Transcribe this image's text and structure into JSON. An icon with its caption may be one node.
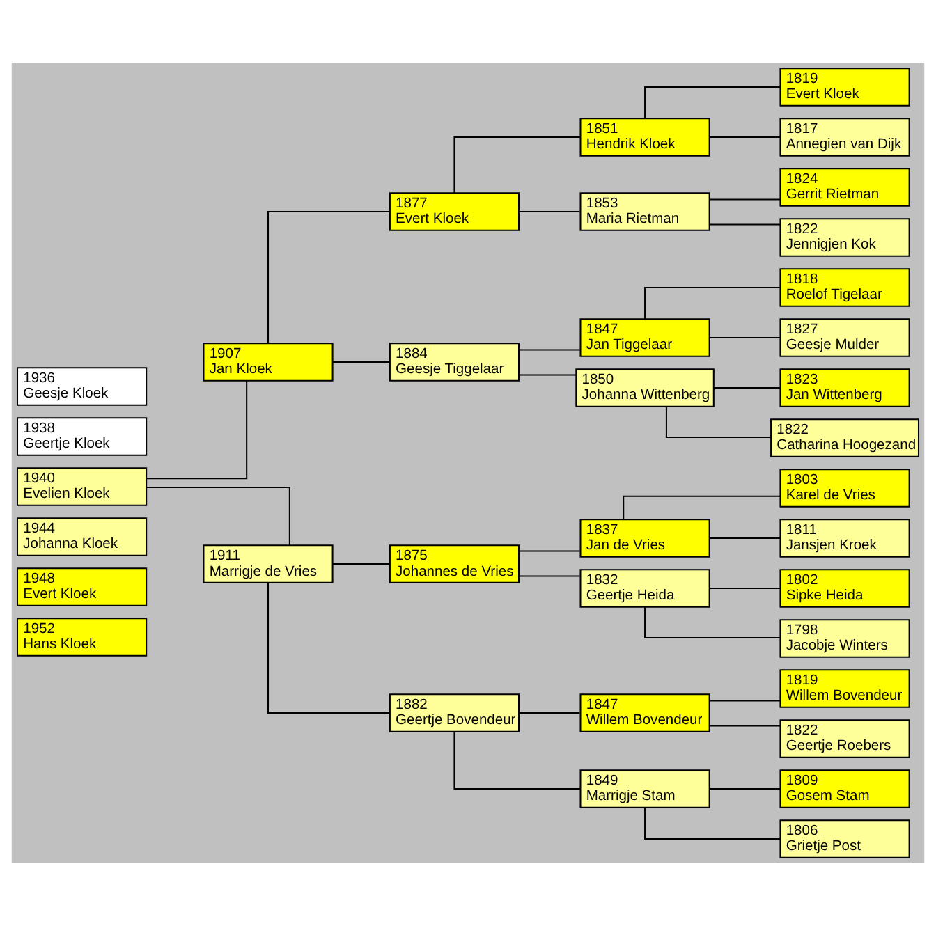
{
  "diagram": {
    "nodes": [
      {
        "text": [
          "1936",
          "Geesje Kloek"
        ]
      },
      {
        "text": [
          "1938",
          "Geertje Kloek"
        ]
      },
      {
        "text": [
          "1940",
          "Evelien Kloek"
        ]
      },
      {
        "text": [
          "1944",
          "Johanna Kloek"
        ]
      },
      {
        "text": [
          "1948",
          "Evert Kloek"
        ]
      },
      {
        "text": [
          "1952",
          "Hans Kloek"
        ]
      },
      {
        "text": [
          "1907",
          "Jan Kloek"
        ]
      },
      {
        "text": [
          "1911",
          "Marrigje de Vries"
        ]
      },
      {
        "text": [
          "1877",
          "Evert Kloek"
        ]
      },
      {
        "text": [
          "1884",
          "Geesje Tiggelaar"
        ]
      },
      {
        "text": [
          "1875",
          "Johannes de Vries"
        ]
      },
      {
        "text": [
          "1882",
          "Geertje Bovendeur"
        ]
      },
      {
        "text": [
          "1851",
          "Hendrik Kloek"
        ]
      },
      {
        "text": [
          "1853",
          "Maria Rietman"
        ]
      },
      {
        "text": [
          "1847",
          "Jan Tiggelaar"
        ]
      },
      {
        "text": [
          "1850",
          "Johanna Wittenberg"
        ]
      },
      {
        "text": [
          "1837",
          "Jan de Vries"
        ]
      },
      {
        "text": [
          "1832",
          "Geertje Heida"
        ]
      },
      {
        "text": [
          "1847",
          "Willem Bovendeur"
        ]
      },
      {
        "text": [
          "1849",
          "Marrigje Stam"
        ]
      },
      {
        "text": [
          "1819",
          "Evert Kloek"
        ]
      },
      {
        "text": [
          "1817",
          "Annegien van Dijk"
        ]
      },
      {
        "text": [
          "1824",
          "Gerrit Rietman"
        ]
      },
      {
        "text": [
          "1822",
          "Jennigjen Kok"
        ]
      },
      {
        "text": [
          "1818",
          "Roelof Tigelaar"
        ]
      },
      {
        "text": [
          "1827",
          "Geesje Mulder"
        ]
      },
      {
        "text": [
          "1823",
          "Jan Wittenberg"
        ]
      },
      {
        "text": [
          "1822",
          "Catharina Hoogezand"
        ]
      },
      {
        "text": [
          "1803",
          "Karel de Vries"
        ]
      },
      {
        "text": [
          "1811",
          "Jansjen Kroek"
        ]
      },
      {
        "text": [
          "1802",
          "Sipke Heida"
        ]
      },
      {
        "text": [
          "1798",
          "Jacobje Winters"
        ]
      },
      {
        "text": [
          "1819",
          "Willem Bovendeur"
        ]
      },
      {
        "text": [
          "1822",
          "Geertje Roebers"
        ]
      },
      {
        "text": [
          "1809",
          "Gosem Stam"
        ]
      },
      {
        "text": [
          "1806",
          "Grietje Post"
        ]
      }
    ],
    "edges": [
      {
        "from": 2,
        "to": 6,
        "arrow": "none"
      },
      {
        "from": 2,
        "to": 7,
        "arrow": "none"
      },
      {
        "from": 6,
        "to": 8,
        "arrow": "none"
      },
      {
        "from": 6,
        "to": 9,
        "arrow": "none"
      },
      {
        "from": 7,
        "to": 10,
        "arrow": "none"
      },
      {
        "from": 7,
        "to": 11,
        "arrow": "none"
      },
      {
        "from": 8,
        "to": 12,
        "arrow": "none"
      },
      {
        "from": 8,
        "to": 13,
        "arrow": "none"
      },
      {
        "from": 9,
        "to": 14,
        "arrow": "none"
      },
      {
        "from": 9,
        "to": 15,
        "arrow": "none"
      },
      {
        "from": 10,
        "to": 16,
        "arrow": "none"
      },
      {
        "from": 10,
        "to": 17,
        "arrow": "none"
      },
      {
        "from": 11,
        "to": 18,
        "arrow": "none"
      },
      {
        "from": 11,
        "to": 19,
        "arrow": "none"
      },
      {
        "from": 12,
        "to": 20,
        "arrow": "none"
      },
      {
        "from": 12,
        "to": 21,
        "arrow": "none"
      },
      {
        "from": 13,
        "to": 22,
        "arrow": "none"
      },
      {
        "from": 13,
        "to": 23,
        "arrow": "none"
      },
      {
        "from": 14,
        "to": 24,
        "arrow": "none"
      },
      {
        "from": 14,
        "to": 25,
        "arrow": "none"
      },
      {
        "from": 15,
        "to": 26,
        "arrow": "none"
      },
      {
        "from": 15,
        "to": 27,
        "arrow": "none"
      },
      {
        "from": 16,
        "to": 28,
        "arrow": "none"
      },
      {
        "from": 16,
        "to": 29,
        "arrow": "none"
      },
      {
        "from": 17,
        "to": 30,
        "arrow": "none"
      },
      {
        "from": 17,
        "to": 31,
        "arrow": "none"
      },
      {
        "from": 18,
        "to": 32,
        "arrow": "none"
      },
      {
        "from": 18,
        "to": 33,
        "arrow": "none"
      },
      {
        "from": 19,
        "to": 34,
        "arrow": "none"
      },
      {
        "from": 19,
        "to": 35,
        "arrow": "none"
      }
    ]
  }
}
